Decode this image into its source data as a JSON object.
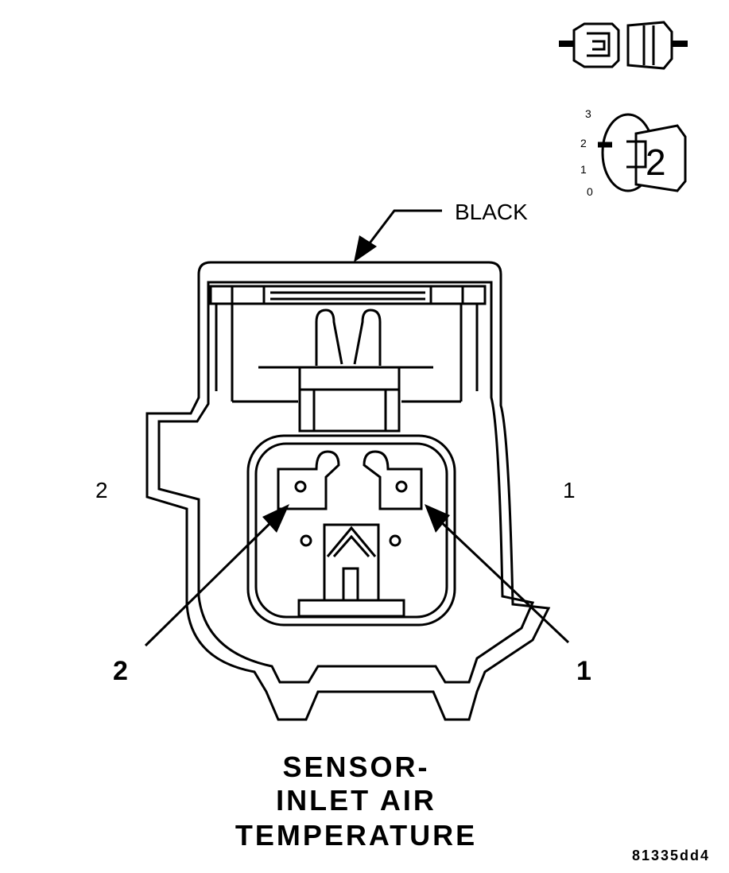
{
  "diagram": {
    "color_label": "BLACK",
    "side_label_left": "2",
    "side_label_right": "1",
    "pin_callout_left": "2",
    "pin_callout_right": "1",
    "title_lines": [
      "SENSOR-",
      "INLET AIR",
      "TEMPERATURE"
    ],
    "reference_code": "81335dd4",
    "lock_position_scale": [
      "3",
      "2",
      "1",
      "0"
    ],
    "lock_position_value": "2",
    "colors": {
      "line": "#000000",
      "background": "#ffffff"
    }
  }
}
